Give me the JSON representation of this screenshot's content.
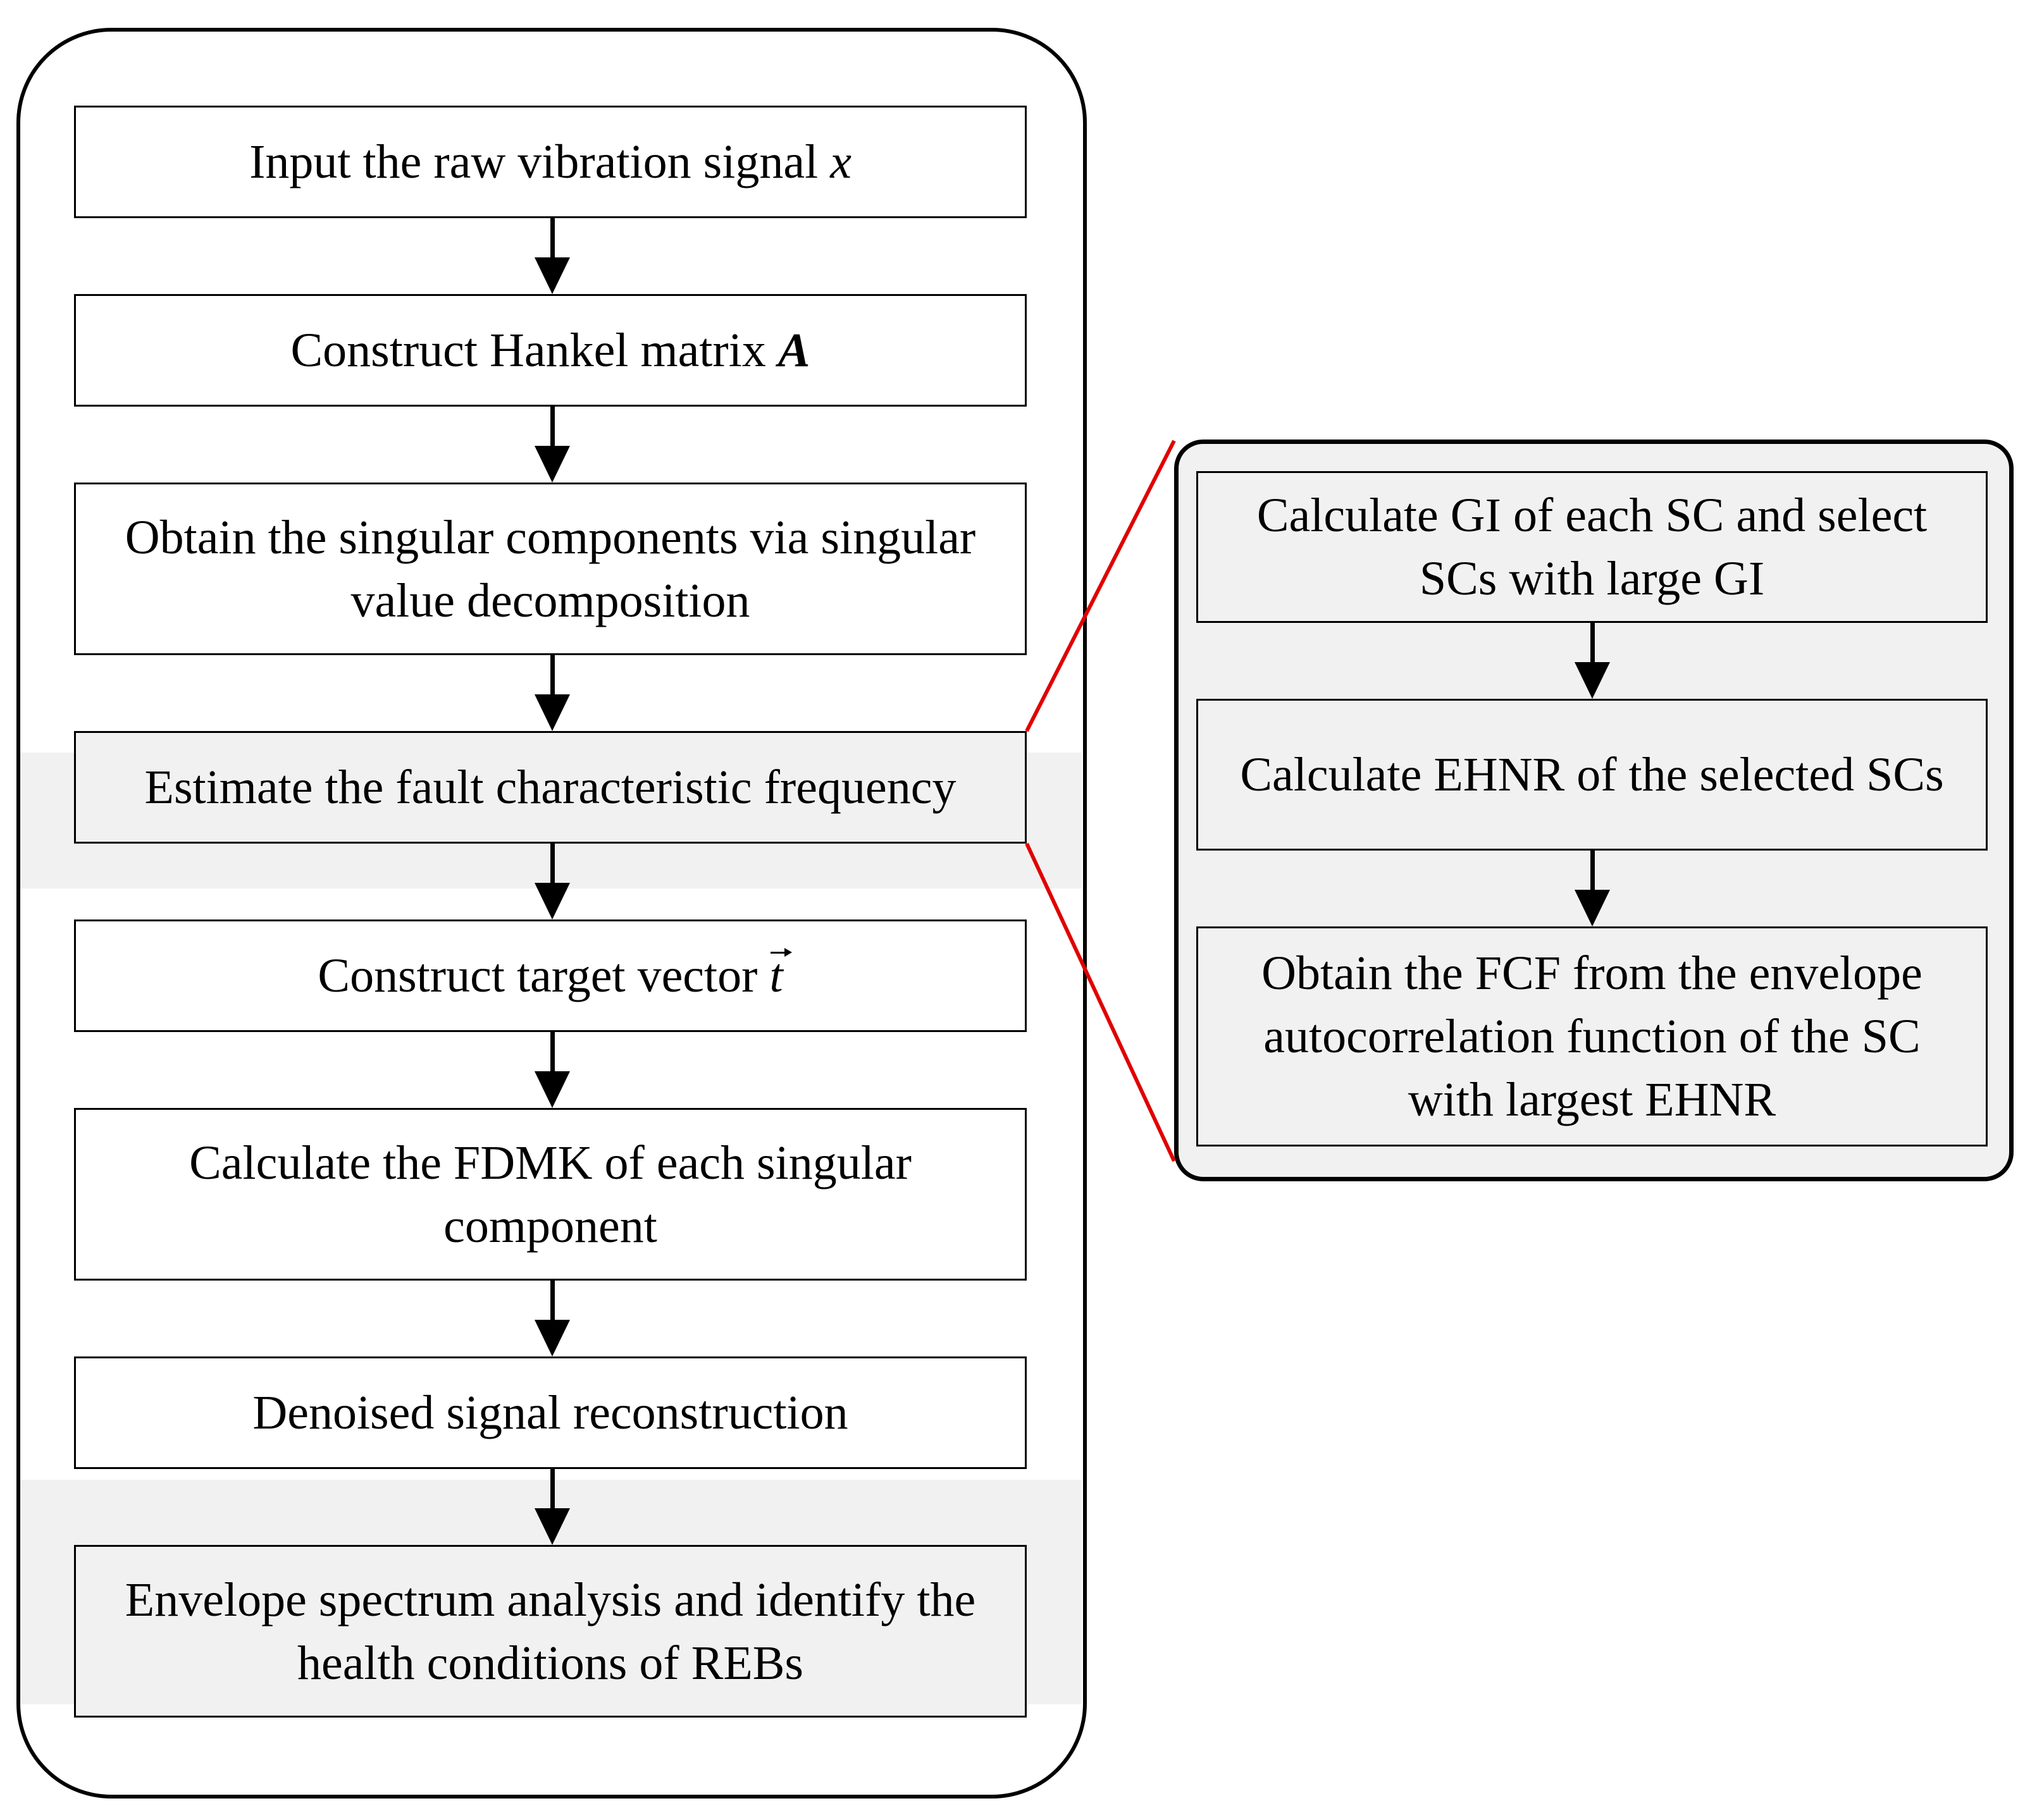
{
  "main_flow": {
    "step1": {
      "text": "Input the raw vibration signal ",
      "symbol": "x"
    },
    "step2": {
      "text": "Construct Hankel matrix ",
      "symbol": "A"
    },
    "step3": {
      "text": "Obtain the singular components via singular value decomposition"
    },
    "step4": {
      "text": "Estimate the fault characteristic frequency"
    },
    "step5": {
      "text": "Construct target vector ",
      "symbol": "t"
    },
    "step6": {
      "text": "Calculate the FDMK of each singular component"
    },
    "step7": {
      "text": "Denoised signal reconstruction"
    },
    "step8": {
      "text": "Envelope spectrum analysis and identify the health conditions of REBs"
    }
  },
  "sub_flow": {
    "step1": {
      "text": "Calculate GI of each SC and select SCs with large GI"
    },
    "step2": {
      "text": "Calculate EHNR of the selected SCs"
    },
    "step3": {
      "text": "Obtain the FCF from the envelope autocorrelation function of the SC with largest EHNR"
    }
  },
  "colors": {
    "connector": "#e00000",
    "highlight_band": "#f1f1f1",
    "box_border": "#000000"
  }
}
